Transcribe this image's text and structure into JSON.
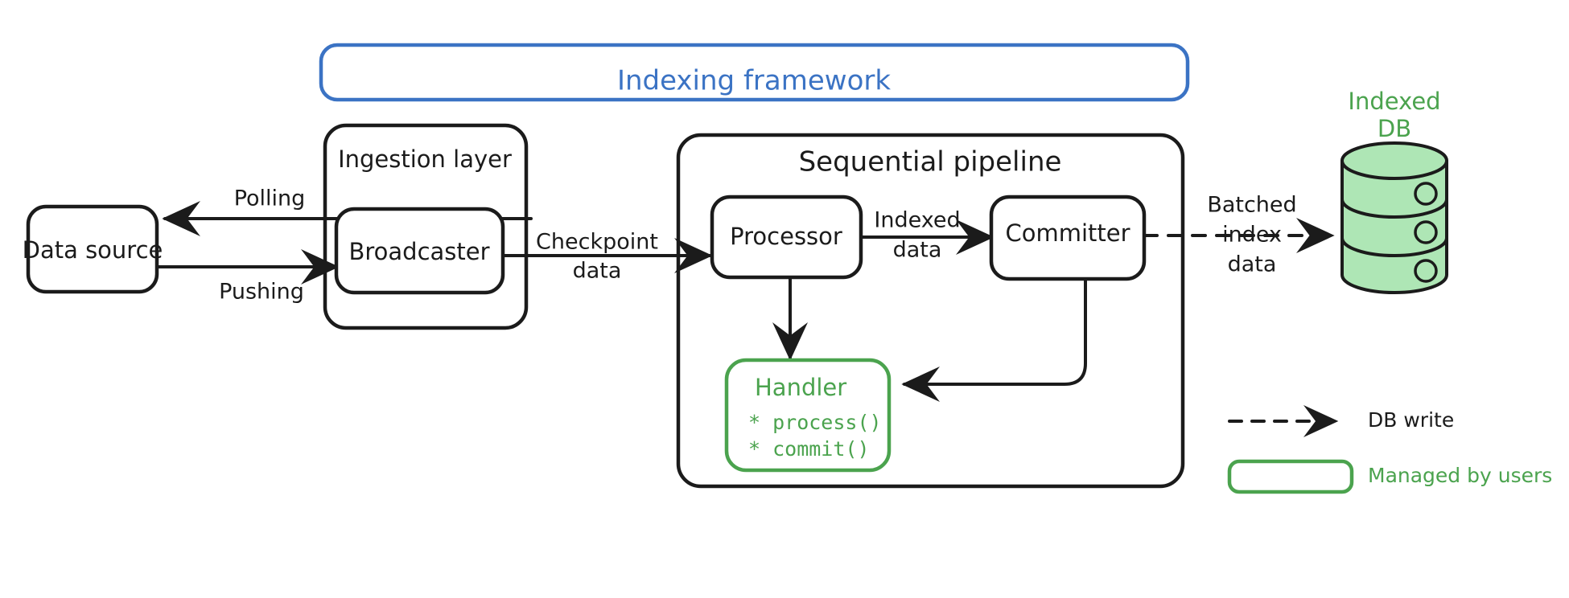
{
  "diagram": {
    "title": "Indexing framework",
    "framework_frame": {
      "label": "Indexing framework",
      "color": "#3b73c4"
    },
    "groups": [
      {
        "id": "ingestion",
        "label": "Ingestion layer"
      },
      {
        "id": "pipeline",
        "label": "Sequential pipeline"
      }
    ],
    "nodes": [
      {
        "id": "data-source",
        "label": "Data source",
        "color": "#1b1b1b"
      },
      {
        "id": "broadcaster",
        "label": "Broadcaster",
        "color": "#1b1b1b"
      },
      {
        "id": "processor",
        "label": "Processor",
        "color": "#1b1b1b"
      },
      {
        "id": "committer",
        "label": "Committer",
        "color": "#1b1b1b"
      },
      {
        "id": "handler",
        "label": "Handler",
        "color": "#4ba34e"
      },
      {
        "id": "indexed-db",
        "label_line1": "Indexed",
        "label_line2": "DB",
        "color": "#4ba34e",
        "fill": "#aee6b5"
      }
    ],
    "handler_methods": [
      "* process()",
      "* commit()"
    ],
    "edges": [
      {
        "id": "polling",
        "label": "Polling",
        "from": "broadcaster",
        "to": "data-source",
        "style": "solid"
      },
      {
        "id": "pushing",
        "label": "Pushing",
        "from": "data-source",
        "to": "broadcaster",
        "style": "solid"
      },
      {
        "id": "checkpoint-data",
        "label_line1": "Checkpoint",
        "label_line2": "data",
        "from": "broadcaster",
        "to": "processor",
        "style": "solid"
      },
      {
        "id": "indexed-data",
        "label_line1": "Indexed",
        "label_line2": "data",
        "from": "processor",
        "to": "committer",
        "style": "solid"
      },
      {
        "id": "batched-index-data",
        "label_line1": "Batched",
        "label_line2": "index",
        "label_line3": "data",
        "from": "committer",
        "to": "indexed-db",
        "style": "dashed"
      },
      {
        "id": "processor-handler",
        "label": "",
        "from": "processor",
        "to": "handler",
        "style": "solid"
      },
      {
        "id": "committer-handler",
        "label": "",
        "from": "committer",
        "to": "handler",
        "style": "solid"
      }
    ],
    "legend": [
      {
        "id": "db-write",
        "symbol": "dashed-arrow",
        "label": "DB write",
        "color": "#1b1b1b"
      },
      {
        "id": "managed-by-users",
        "symbol": "green-rounded-rect",
        "label": "Managed by users",
        "color": "#4ba34e"
      }
    ],
    "colors": {
      "ink": "#1b1b1b",
      "blue": "#3b73c4",
      "green": "#4ba34e",
      "db_fill": "#aee6b5",
      "background": "#ffffff"
    }
  }
}
